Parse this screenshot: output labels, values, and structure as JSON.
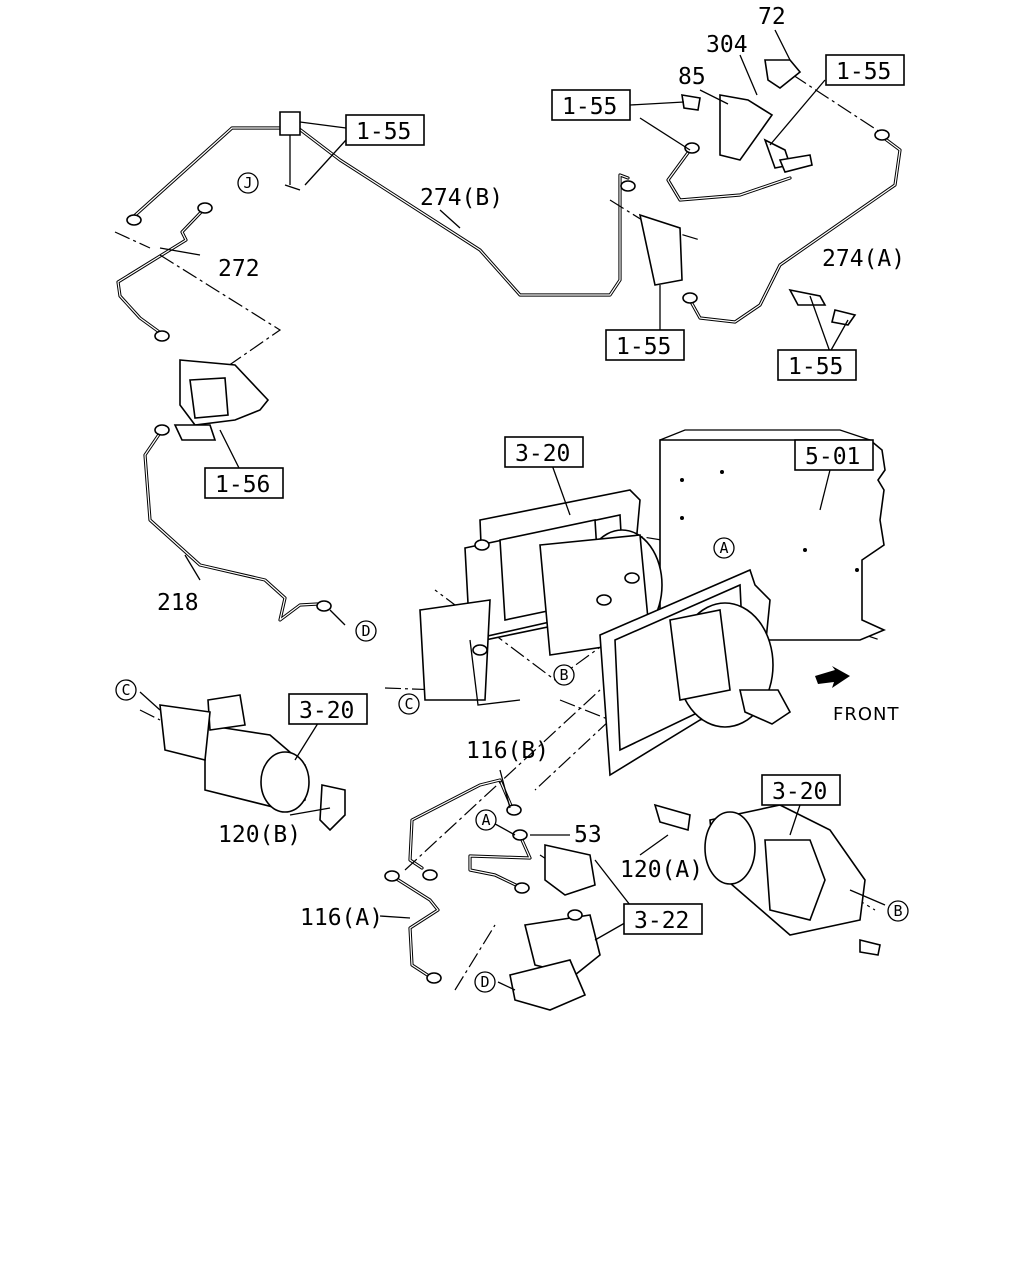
{
  "diagram": {
    "part_labels": {
      "p72": "72",
      "p304": "304",
      "p85": "85",
      "p274b": "274(B)",
      "p274a": "274(A)",
      "p272": "272",
      "p218": "218",
      "p116b": "116(B)",
      "p116a": "116(A)",
      "p53": "53",
      "p120b": "120(B)",
      "p120a": "120(A)"
    },
    "ref_boxes": {
      "r155_top_right": "1-55",
      "r155_left_mid": "1-55",
      "r155_top_left": "1-55",
      "r155_center": "1-55",
      "r155_right": "1-55",
      "r156": "1-56",
      "r320_top": "3-20",
      "r501": "5-01",
      "r320_left": "3-20",
      "r320_right": "3-20",
      "r322": "3-22"
    },
    "connectors": {
      "j": "J",
      "d_left": "D",
      "a_top": "A",
      "c_mid": "C",
      "c_left": "C",
      "b_mid": "B",
      "a_bottom": "A",
      "b_right": "B",
      "d_bottom": "D"
    },
    "front_label": "FRONT"
  }
}
